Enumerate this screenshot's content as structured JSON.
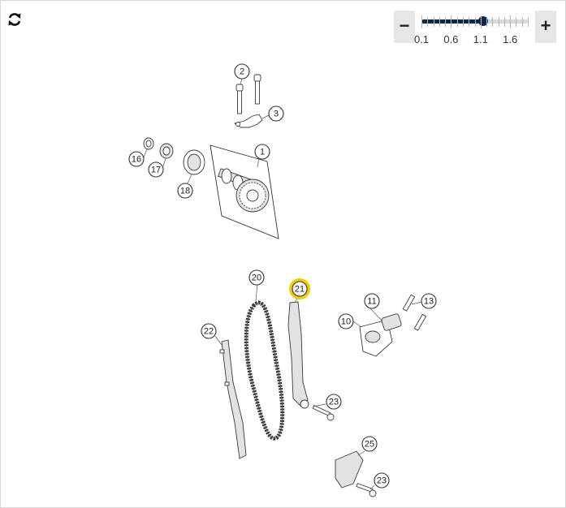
{
  "toolbar": {
    "refresh_icon": "refresh-icon",
    "zoom_out_label": "−",
    "zoom_in_label": "+",
    "zoom": {
      "min": 0.1,
      "max": 1.9,
      "value": 1.15,
      "tick_labels": [
        "0.1",
        "0.6",
        "1.1",
        "1.6"
      ]
    }
  },
  "callouts": [
    {
      "label": "1"
    },
    {
      "label": "2"
    },
    {
      "label": "3"
    },
    {
      "label": "16"
    },
    {
      "label": "17"
    },
    {
      "label": "18"
    },
    {
      "label": "20"
    },
    {
      "label": "21",
      "highlighted": true
    },
    {
      "label": "11"
    },
    {
      "label": "13"
    },
    {
      "label": "10"
    },
    {
      "label": "22"
    },
    {
      "label": "23"
    },
    {
      "label": "25"
    },
    {
      "label": "23"
    }
  ],
  "colors": {
    "slider_fill": "#0b2a4a",
    "highlight": "#f1cc00",
    "button_bg": "#e6e6e6"
  }
}
